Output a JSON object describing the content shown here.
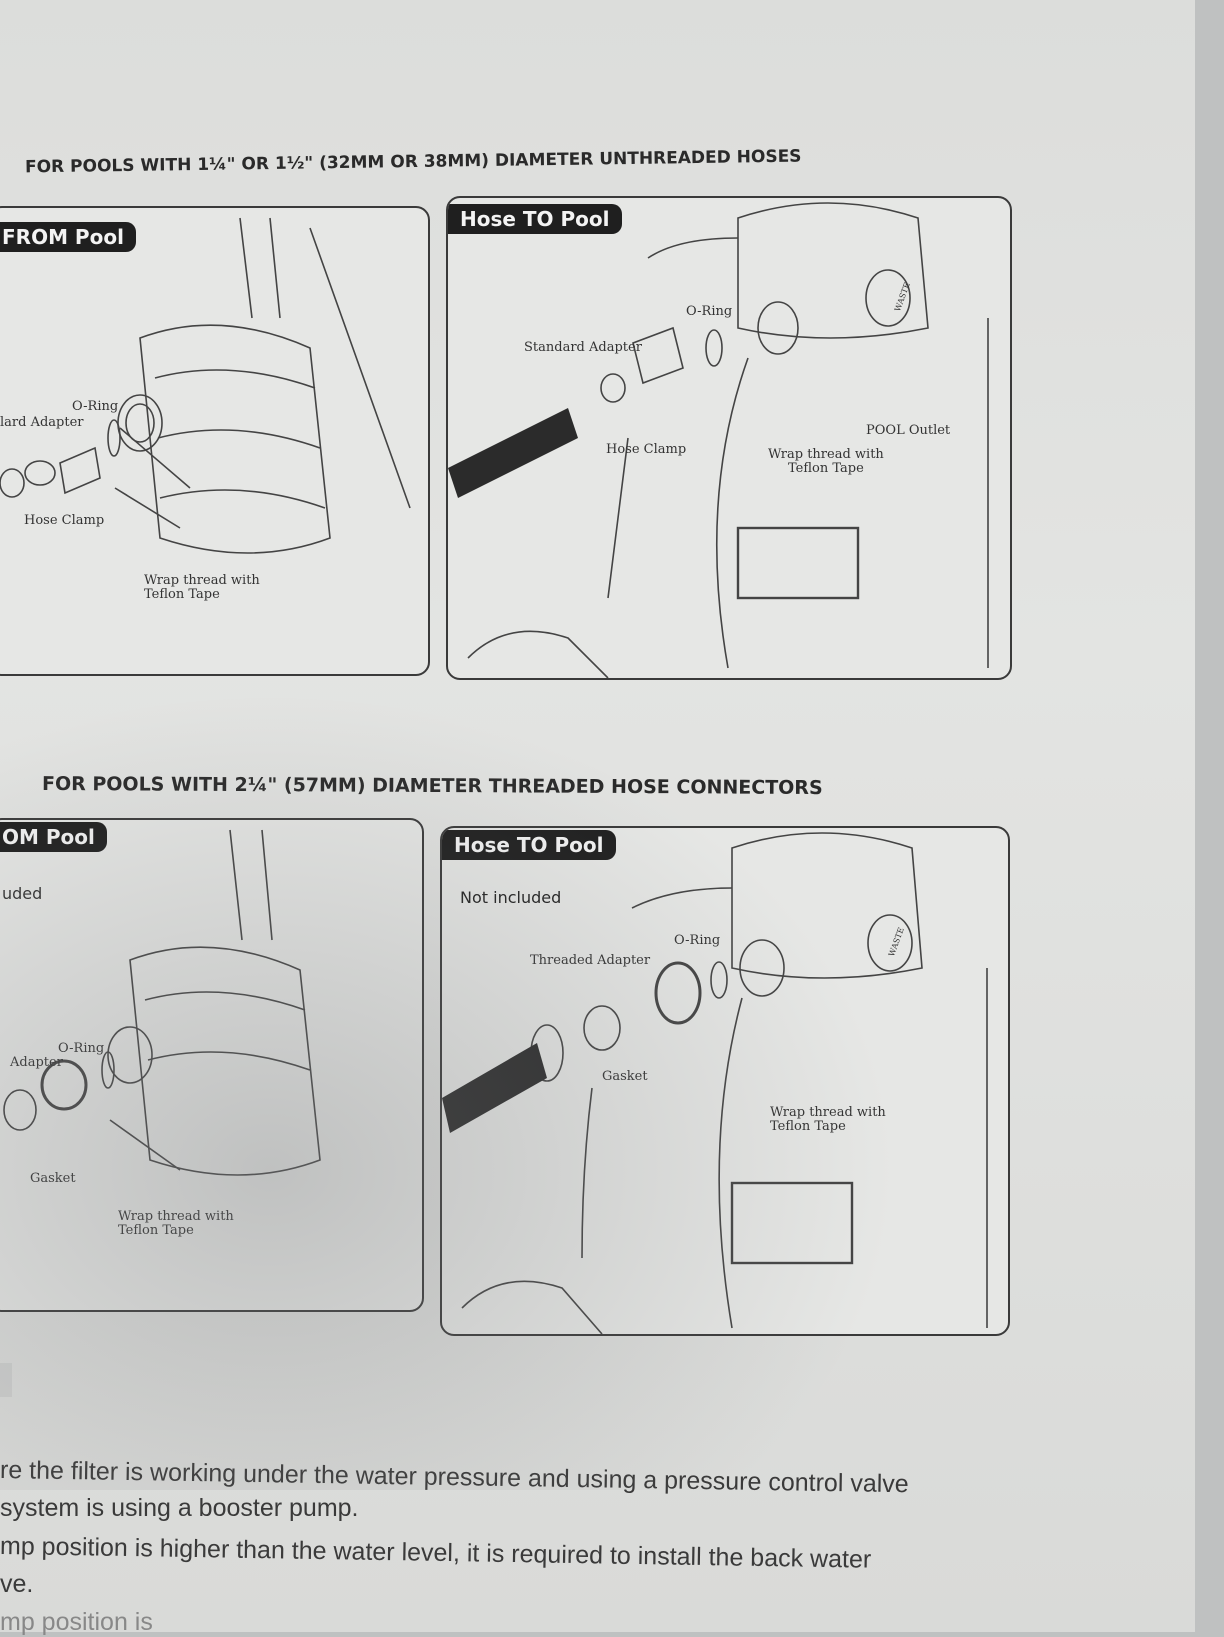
{
  "section1": {
    "heading": "FOR POOLS WITH 1¼\" OR 1½\" (32MM OR 38MM) DIAMETER UNTHREADED HOSES",
    "left_panel": {
      "tag": "FROM Pool",
      "labels": {
        "o_ring": "O-Ring",
        "adapter": "lard Adapter",
        "hose_clamp": "Hose Clamp",
        "wrap1": "Wrap thread with",
        "wrap2": "Teflon Tape"
      }
    },
    "right_panel": {
      "tag": "Hose TO Pool",
      "labels": {
        "o_ring": "O-Ring",
        "adapter": "Standard Adapter",
        "hose_clamp": "Hose Clamp",
        "outlet": "POOL Outlet",
        "wrap1": "Wrap thread with",
        "wrap2": "Teflon Tape",
        "waste": "WASTE"
      }
    }
  },
  "section2": {
    "heading": "FOR POOLS WITH 2¼\" (57MM) DIAMETER THREADED HOSE CONNECTORS",
    "left_panel": {
      "tag": "OM Pool",
      "labels": {
        "not_included": "uded",
        "o_ring": "O-Ring",
        "adapter": "Adapter",
        "gasket": "Gasket",
        "wrap1": "Wrap thread with",
        "wrap2": "Teflon Tape"
      }
    },
    "right_panel": {
      "tag": "Hose TO Pool",
      "labels": {
        "not_included": "Not included",
        "o_ring": "O-Ring",
        "adapter": "Threaded Adapter",
        "gasket": "Gasket",
        "wrap1": "Wrap thread with",
        "wrap2": "Teflon Tape",
        "waste": "WASTE"
      }
    }
  },
  "body_lines": [
    "re the filter is working under the water pressure and using a pressure control valve",
    "system is using a booster pump.",
    "mp position is higher than the water level, it is required to install the back water",
    "ve.",
    "mp position is"
  ]
}
